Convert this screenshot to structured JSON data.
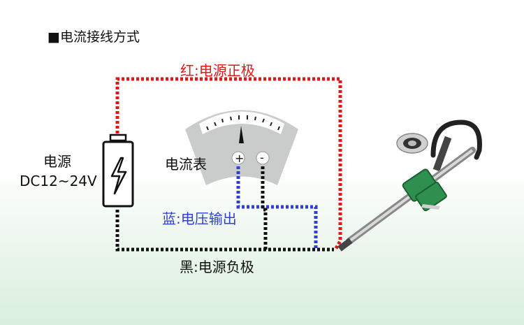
{
  "title": "■电流接线方式",
  "wires": {
    "red": {
      "label": "红:电源正极",
      "color": "#e01818"
    },
    "blue": {
      "label": "蓝:电压输出",
      "color": "#2f3fd6"
    },
    "black": {
      "label": "黑:电源负极",
      "color": "#111111"
    }
  },
  "power_supply": {
    "label_line1": "电源",
    "label_line2": "DC12~24V"
  },
  "meter": {
    "label": "电流表",
    "plus": "+",
    "minus": "-"
  }
}
